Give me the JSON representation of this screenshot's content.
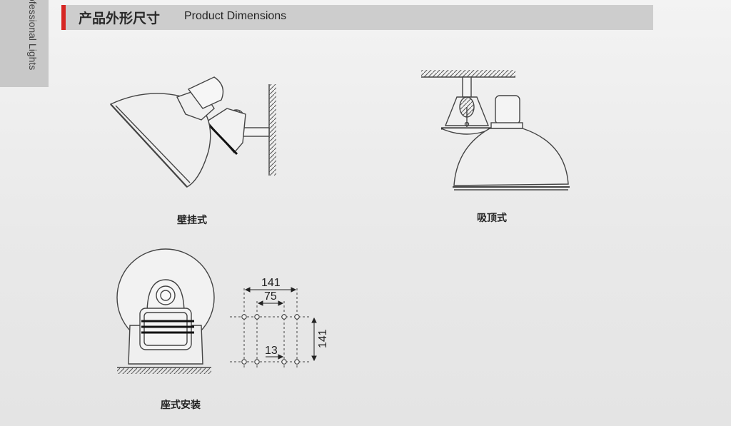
{
  "sidebar": {
    "label": "ofessional Lights"
  },
  "header": {
    "title_zh": "产品外形尺寸",
    "title_en": "Product Dimensions",
    "accent_color": "#d62623"
  },
  "figures": {
    "wall": {
      "caption": "壁挂式"
    },
    "ceiling": {
      "caption": "吸顶式"
    },
    "base": {
      "caption": "座式安装"
    }
  },
  "dimensions": {
    "outer_width": "141",
    "inner_width": "75",
    "offset": "13",
    "height": "141"
  }
}
